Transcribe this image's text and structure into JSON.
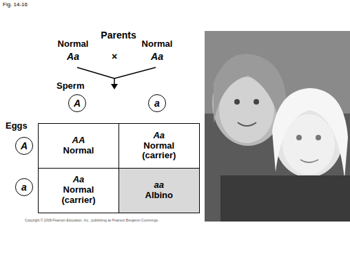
{
  "diagram": {
    "title": "Parents",
    "nodes": [
      {
        "text": [
          "A"
        ]
      },
      {
        "text": [
          "a"
        ]
      },
      {
        "text": [
          "A"
        ]
      },
      {
        "text": [
          "a"
        ]
      },
      {
        "text": [
          "AA",
          "Normal"
        ]
      },
      {
        "text": [
          "Aa",
          "Normal (carrier)"
        ]
      },
      {
        "text": [
          "Aa",
          "Normal (carrier)"
        ]
      },
      {
        "text": [
          "aa",
          "Albino"
        ]
      }
    ],
    "labels": [
      "Fig. 14-16",
      "Normal",
      "Aa",
      "×",
      "Normal",
      "Aa",
      "Sperm",
      "Eggs",
      "Copyright © 2008 Pearson Education, Inc., publishing as Pearson Benjamin Cummings."
    ]
  }
}
